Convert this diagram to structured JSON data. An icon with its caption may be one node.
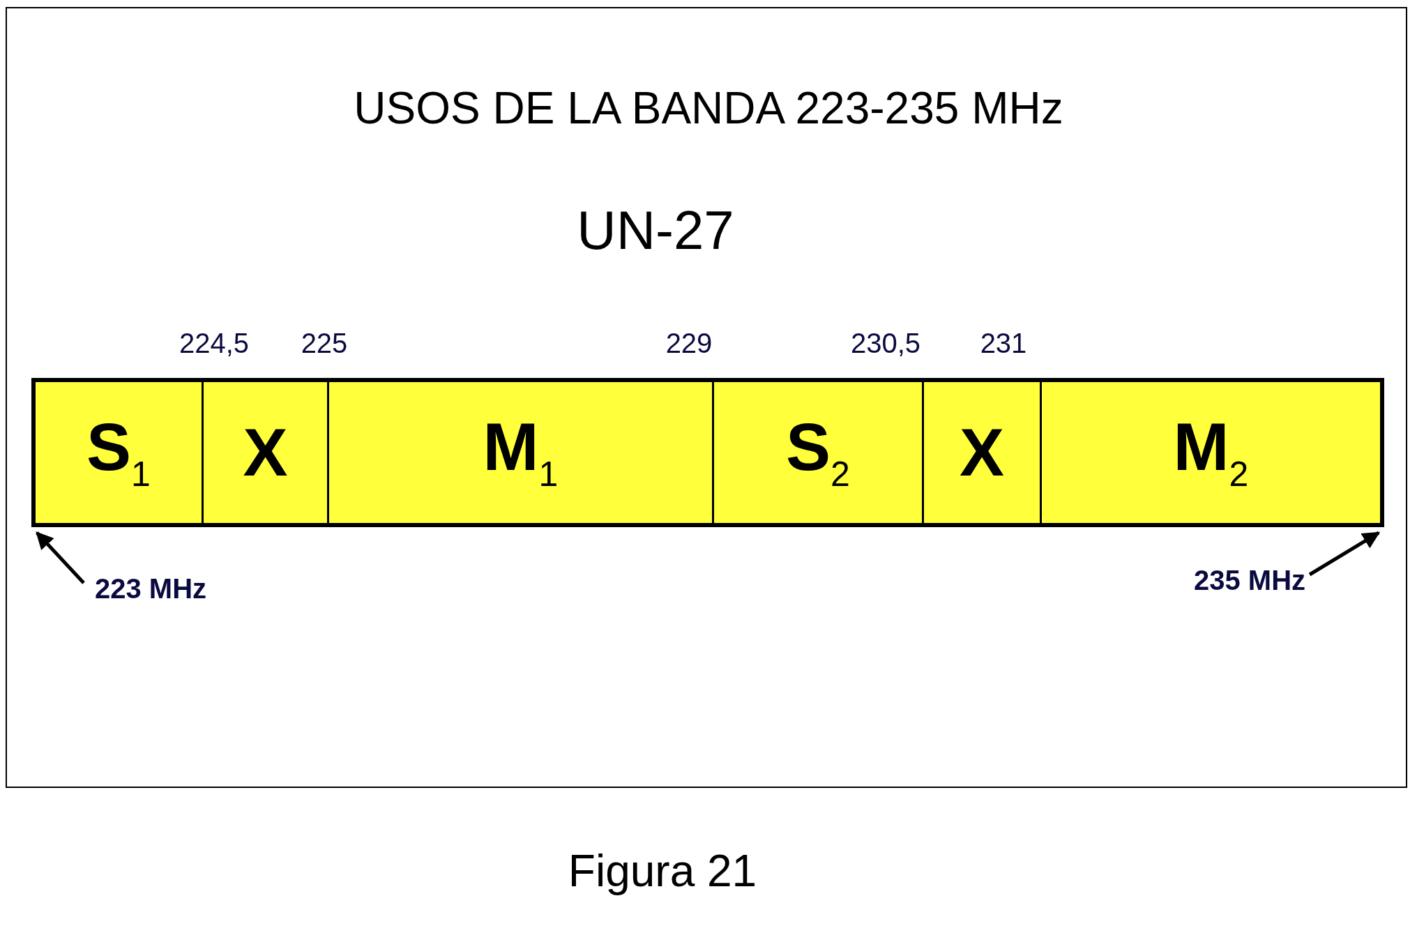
{
  "diagram": {
    "title": "USOS DE LA BANDA 223-235 MHz",
    "caption": "Figura 21",
    "nodes": [
      {
        "text": [
          "S$_{1}$"
        ]
      },
      {
        "text": [
          "X"
        ]
      },
      {
        "text": [
          "M$_{1}$"
        ]
      },
      {
        "text": [
          "S$_{2}$"
        ]
      },
      {
        "text": [
          "X"
        ]
      },
      {
        "text": [
          "M$_{2}$"
        ]
      },
      {
        "text": [
          "223 MHz"
        ]
      },
      {
        "text": [
          "235 MHz"
        ]
      }
    ],
    "edges": [
      {
        "from": 6,
        "to": 0,
        "arrow": "to"
      },
      {
        "from": 7,
        "to": 5,
        "arrow": "to"
      }
    ],
    "labels": [
      "UN-27",
      "224,5",
      "225",
      "229",
      "230,5",
      "231"
    ]
  }
}
